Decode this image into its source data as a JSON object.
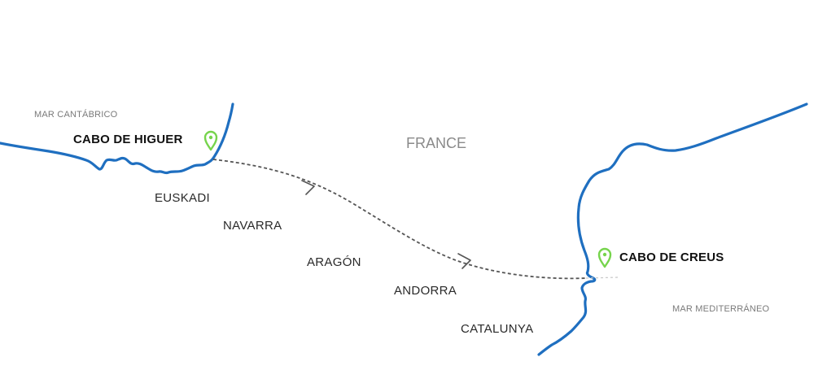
{
  "map": {
    "seas": {
      "cantabrico": "MAR CANTÁBRICO",
      "mediterraneo": "MAR MEDITERRÁNEO"
    },
    "country": "FRANCE",
    "regions": {
      "euskadi": "EUSKADI",
      "navarra": "NAVARRA",
      "aragon": "ARAGÓN",
      "andorra": "ANDORRA",
      "catalunya": "CATALUNYA"
    },
    "capes": {
      "start": "CABO DE HIGUER",
      "end": "CABO DE CREUS"
    },
    "icons": {
      "marker": "map-pin-icon",
      "direction": "chevron-right-icon"
    },
    "colors": {
      "coastline": "#1f6fc0",
      "marker": "#76d44c",
      "route": "#555555"
    }
  }
}
